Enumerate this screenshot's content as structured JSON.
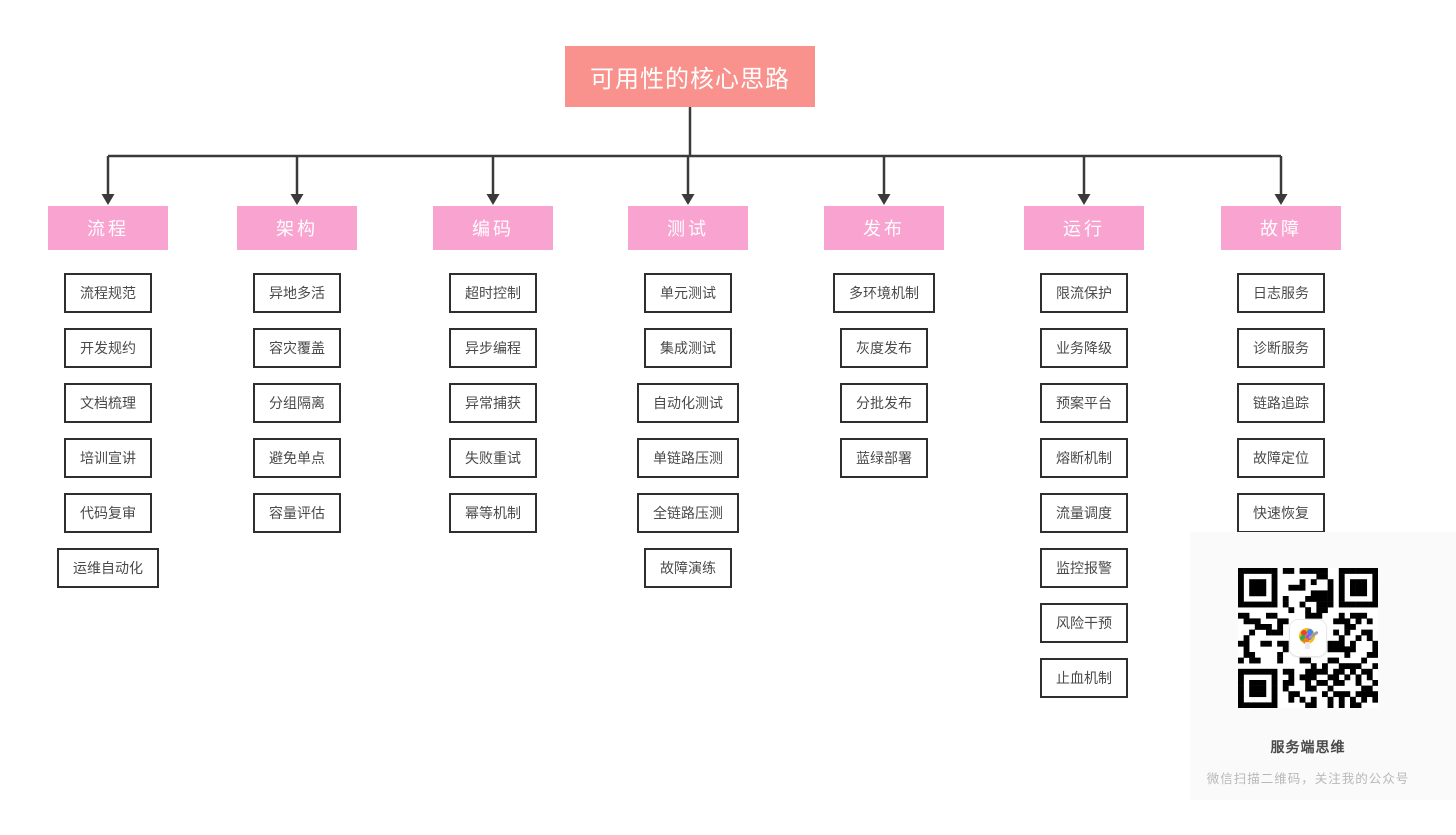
{
  "title": "可用性的核心思路",
  "colors": {
    "title_bg": "#f9928d",
    "header_bg": "#f9a3d0",
    "line": "#3a3a3a",
    "item_border": "#2e2e2e",
    "item_text": "#4a4a4a",
    "panel_bg": "#fafafa"
  },
  "columns": [
    {
      "label": "流程",
      "items": [
        "流程规范",
        "开发规约",
        "文档梳理",
        "培训宣讲",
        "代码复审",
        "运维自动化"
      ]
    },
    {
      "label": "架构",
      "items": [
        "异地多活",
        "容灾覆盖",
        "分组隔离",
        "避免单点",
        "容量评估"
      ]
    },
    {
      "label": "编码",
      "items": [
        "超时控制",
        "异步编程",
        "异常捕获",
        "失败重试",
        "幂等机制"
      ]
    },
    {
      "label": "测试",
      "items": [
        "单元测试",
        "集成测试",
        "自动化测试",
        "单链路压测",
        "全链路压测",
        "故障演练"
      ]
    },
    {
      "label": "发布",
      "items": [
        "多环境机制",
        "灰度发布",
        "分批发布",
        "蓝绿部署"
      ]
    },
    {
      "label": "运行",
      "items": [
        "限流保护",
        "业务降级",
        "预案平台",
        "熔断机制",
        "流量调度",
        "监控报警",
        "风险干预",
        "止血机制"
      ]
    },
    {
      "label": "故障",
      "items": [
        "日志服务",
        "诊断服务",
        "链路追踪",
        "故障定位",
        "快速恢复"
      ]
    }
  ],
  "qr_panel": {
    "name": "服务端思维",
    "caption": "微信扫描二维码，关注我的公众号",
    "qr_icon": "qr-code",
    "logo_icon": "colorful-brain-head-logo"
  }
}
